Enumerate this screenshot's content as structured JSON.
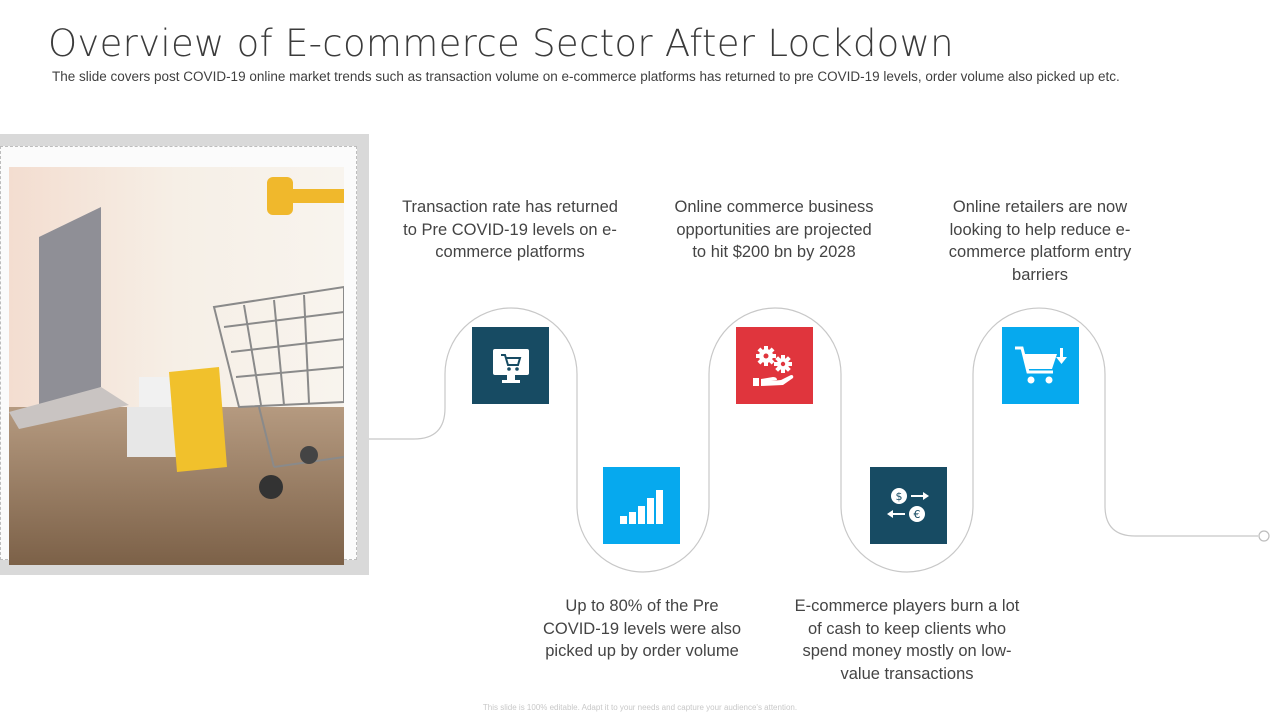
{
  "slide": {
    "title": "Overview of E-commerce Sector After Lockdown",
    "subtitle": "The slide covers post COVID-19 online market trends such as transaction volume on e-commerce platforms has returned to pre COVID-19 levels, order volume also picked up etc.",
    "footer": "This slide is 100% editable. Adapt it to your needs and capture your audience's attention."
  },
  "photo": {
    "icon": "shopping-cart-photo"
  },
  "colors": {
    "navy": "#174b63",
    "sky": "#06a9ee",
    "red": "#e0353d",
    "line": "#c8c8c8"
  },
  "points": [
    {
      "text": "Transaction rate has returned to Pre COVID-19 levels on e-commerce platforms",
      "icon": "computer-cart-icon",
      "color": "navy"
    },
    {
      "text": "Up to 80% of the Pre COVID-19 levels were also picked up by order volume",
      "icon": "bar-chart-icon",
      "color": "sky"
    },
    {
      "text": "Online commerce business opportunities are projected to hit $200 bn by 2028",
      "icon": "gears-hand-icon",
      "color": "red"
    },
    {
      "text": "E-commerce players burn a lot of cash to keep clients who spend money mostly on low-value transactions",
      "icon": "currency-exchange-icon",
      "color": "navy"
    },
    {
      "text": "Online retailers are now looking to help reduce e-commerce platform entry barriers",
      "icon": "cart-download-icon",
      "color": "sky"
    }
  ]
}
